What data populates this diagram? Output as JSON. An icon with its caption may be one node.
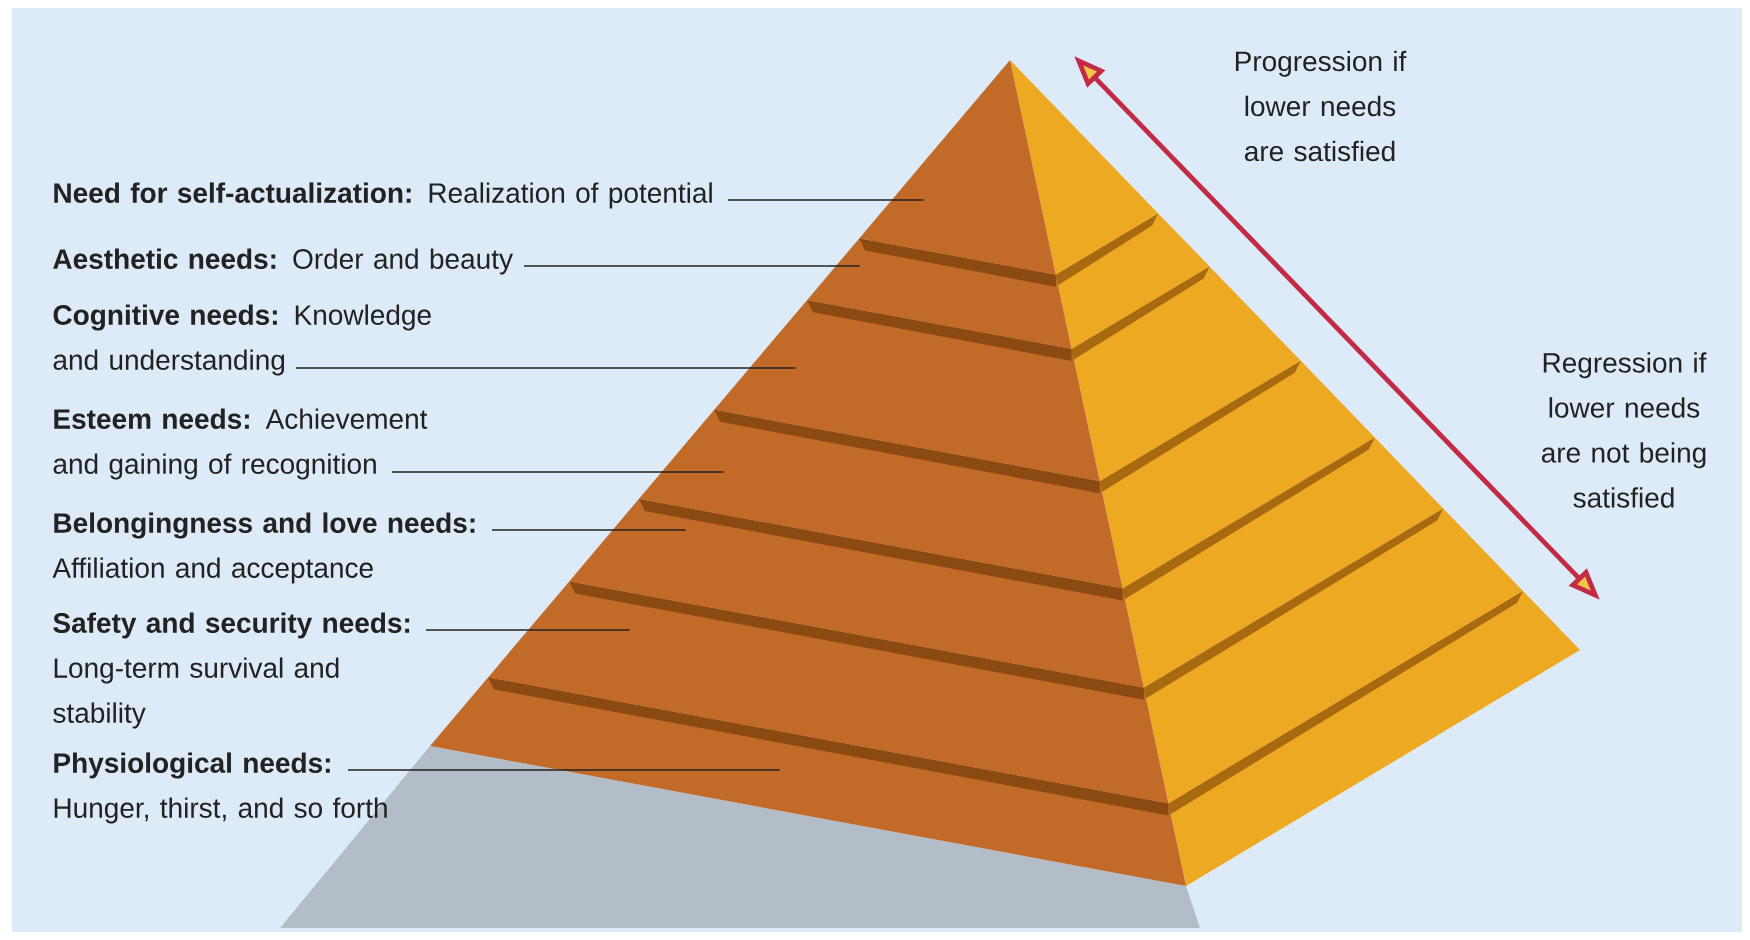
{
  "diagram": {
    "nodes": [
      {
        "text": [
          "**Need for self-actualization:** Realization of potential"
        ]
      },
      {
        "text": [
          "**Aesthetic needs:** Order and beauty"
        ]
      },
      {
        "text": [
          "**Cognitive needs:** Knowledge and understanding"
        ]
      },
      {
        "text": [
          "**Esteem needs:** Achievement and gaining of recognition"
        ]
      },
      {
        "text": [
          "**Belongingness and love needs:** Affiliation and acceptance"
        ]
      },
      {
        "text": [
          "**Safety and security needs:** Long-term survival and stability"
        ]
      },
      {
        "text": [
          "**Physiological needs:** Hunger, thirst, and so forth"
        ]
      },
      {
        "text": [],
        "shape": "bar"
      },
      {
        "text": [],
        "shape": "bar"
      },
      {
        "text": [],
        "shape": "bar"
      },
      {
        "text": [],
        "shape": "bar"
      },
      {
        "text": [],
        "shape": "bar"
      },
      {
        "text": [],
        "shape": "bar"
      },
      {
        "text": [],
        "shape": "bar"
      }
    ],
    "edges": [
      {
        "from": 0,
        "to": 7,
        "arrow": "none"
      },
      {
        "from": 1,
        "to": 8,
        "arrow": "none"
      },
      {
        "from": 2,
        "to": 9,
        "arrow": "none"
      },
      {
        "from": 3,
        "to": 10,
        "arrow": "none"
      },
      {
        "from": 4,
        "to": 11,
        "arrow": "none"
      },
      {
        "from": 5,
        "to": 12,
        "arrow": "none"
      },
      {
        "from": 6,
        "to": 13,
        "arrow": "none"
      }
    ],
    "labels": [
      "Progression if lower needs are satisfied",
      "Regression if lower needs are not being satisfied"
    ]
  }
}
